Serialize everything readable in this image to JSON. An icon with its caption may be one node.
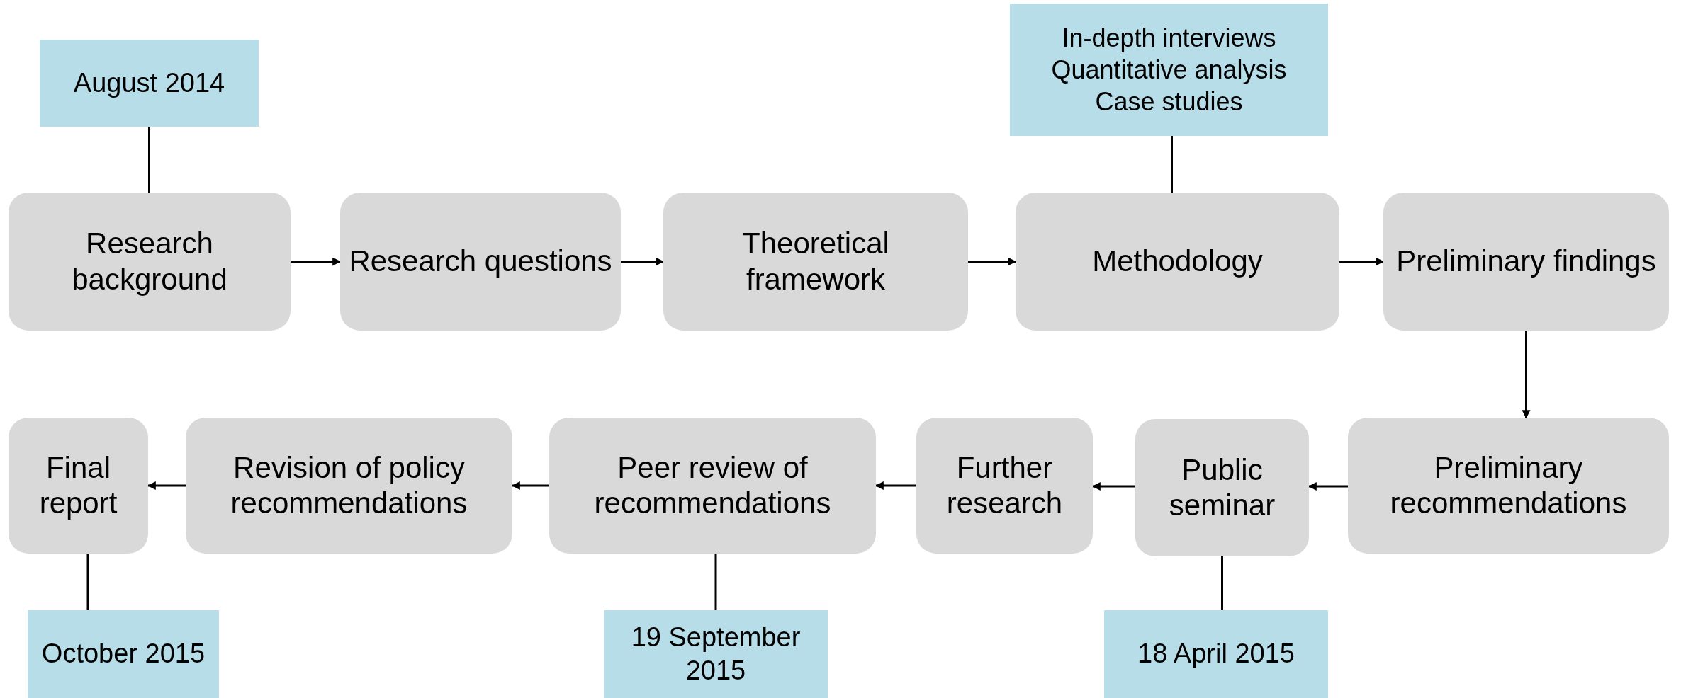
{
  "diagram": {
    "nodes": [
      {
        "text": [
          "Research background"
        ]
      },
      {
        "text": [
          "Research questions"
        ]
      },
      {
        "text": [
          "Theoretical framework"
        ]
      },
      {
        "text": [
          "Methodology"
        ]
      },
      {
        "text": [
          "Preliminary findings"
        ]
      },
      {
        "text": [
          "Preliminary recommendations"
        ]
      },
      {
        "text": [
          "Public seminar"
        ]
      },
      {
        "text": [
          "Further research"
        ]
      },
      {
        "text": [
          "Peer review of recommendations"
        ]
      },
      {
        "text": [
          "Revision of policy recommendations"
        ]
      },
      {
        "text": [
          "Final report"
        ]
      },
      {
        "text": [
          "August 2014"
        ]
      },
      {
        "text": [
          "In-depth interviews",
          "Quantitative analysis",
          "Case studies"
        ]
      },
      {
        "text": [
          "October 2015"
        ]
      },
      {
        "text": [
          "19 September 2015"
        ]
      },
      {
        "text": [
          "18 April 2015"
        ]
      }
    ],
    "edges": [
      {
        "from": 0,
        "to": 1,
        "arrow": "to"
      },
      {
        "from": 1,
        "to": 2,
        "arrow": "to"
      },
      {
        "from": 2,
        "to": 3,
        "arrow": "to"
      },
      {
        "from": 3,
        "to": 4,
        "arrow": "to"
      },
      {
        "from": 4,
        "to": 5,
        "arrow": "to"
      },
      {
        "from": 5,
        "to": 6,
        "arrow": "to"
      },
      {
        "from": 6,
        "to": 7,
        "arrow": "to"
      },
      {
        "from": 7,
        "to": 8,
        "arrow": "to"
      },
      {
        "from": 8,
        "to": 9,
        "arrow": "to"
      },
      {
        "from": 9,
        "to": 10,
        "arrow": "to"
      },
      {
        "from": 11,
        "to": 0,
        "arrow": "none"
      },
      {
        "from": 12,
        "to": 3,
        "arrow": "none"
      },
      {
        "from": 10,
        "to": 13,
        "arrow": "none"
      },
      {
        "from": 8,
        "to": 14,
        "arrow": "none"
      },
      {
        "from": 6,
        "to": 15,
        "arrow": "none"
      }
    ]
  }
}
